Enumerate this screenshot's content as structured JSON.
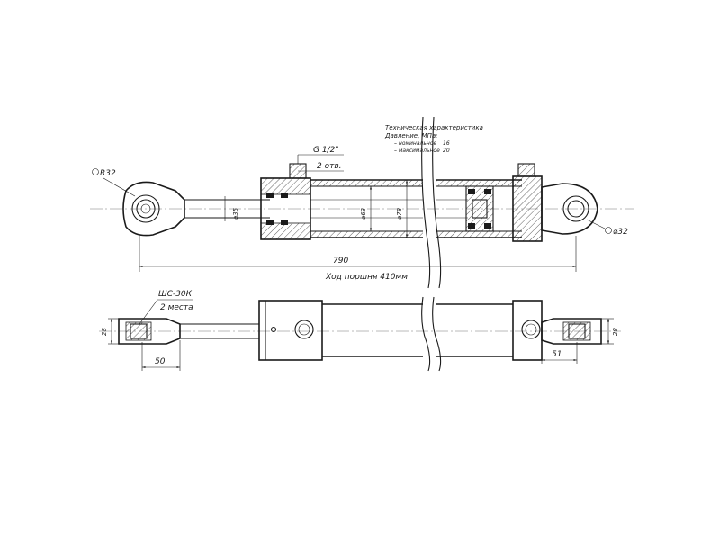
{
  "spec": {
    "title": "Техническая характеристика",
    "pressure_label": "Давление, МПа:",
    "nominal_label": "– номинальное",
    "nominal_value": "16",
    "max_label": "– максимальное",
    "max_value": "20"
  },
  "labels": {
    "port_thread": "G 1/2\"",
    "port_count": "2 отв.",
    "radius_left": "R32",
    "dia_right": "⌀32",
    "dia_rod": "⌀35",
    "dia_bore": "⌀63",
    "dia_outer": "⌀78",
    "overall_length": "790",
    "stroke": "Ход поршня 410мм",
    "bearing": "ШС-30К",
    "bearing_count": "2 места",
    "width_left": "28",
    "width_right": "28",
    "dim_left": "50",
    "dim_right": "51"
  }
}
